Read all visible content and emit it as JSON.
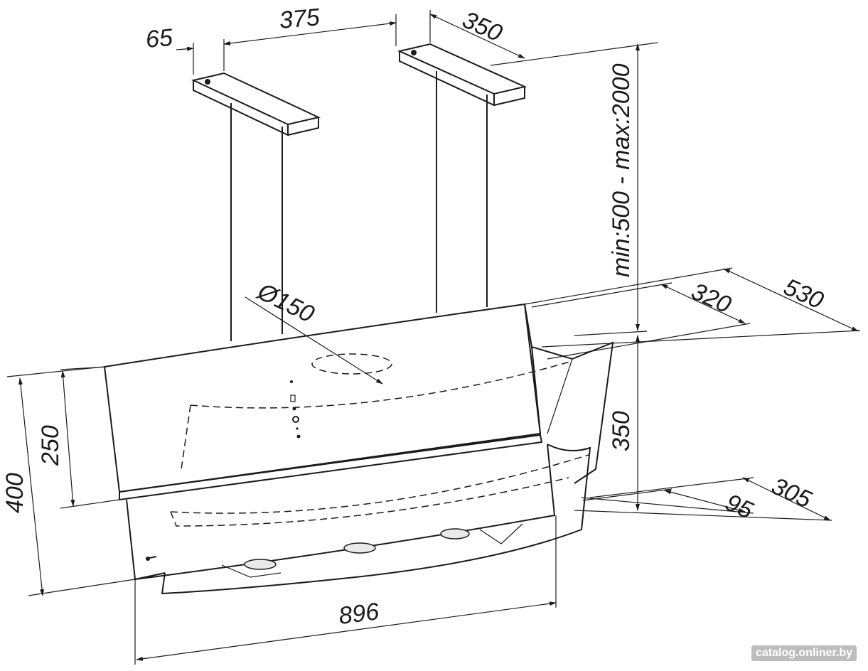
{
  "dimensions": {
    "d65": "65",
    "d375": "375",
    "d350_top": "350",
    "height_range": "min:500 - max:2000",
    "d530": "530",
    "d320": "320",
    "diameter": "Ø150",
    "d350_side": "350",
    "d305": "305",
    "d95": "95",
    "d400": "400",
    "d250": "250",
    "d896": "896"
  },
  "watermark": "catalog.onliner.by"
}
